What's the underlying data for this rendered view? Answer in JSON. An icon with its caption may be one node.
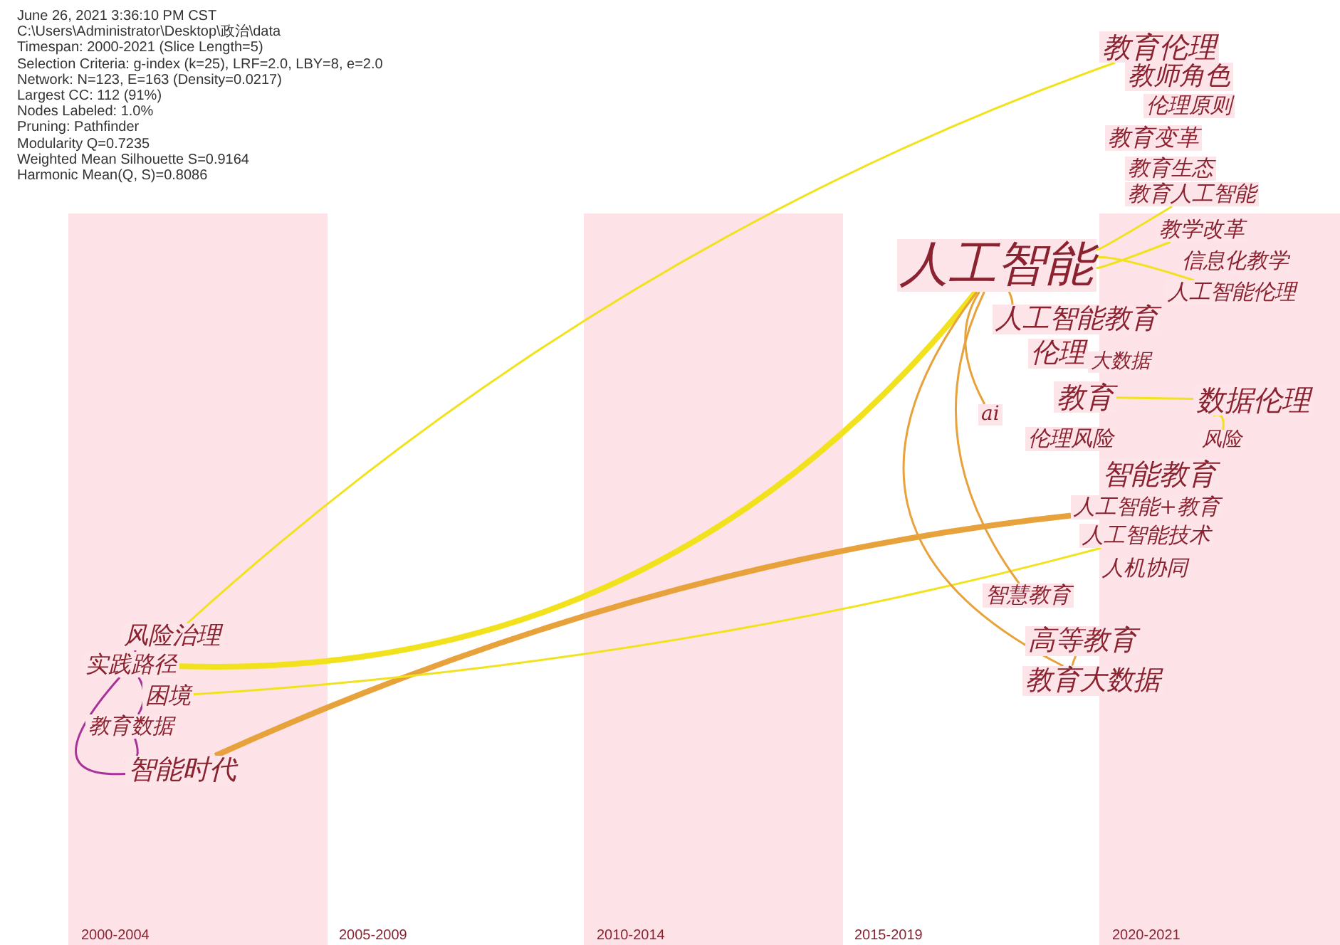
{
  "diagram": {
    "nodes": [
      {
        "text": [
          "教育伦理"
        ]
      },
      {
        "text": [
          "教师角色"
        ]
      },
      {
        "text": [
          "伦理原则"
        ]
      },
      {
        "text": [
          "教育变革"
        ]
      },
      {
        "text": [
          "教育生态"
        ]
      },
      {
        "text": [
          "教育人工智能"
        ]
      },
      {
        "text": [
          "教学改革"
        ]
      },
      {
        "text": [
          "信息化教学"
        ]
      },
      {
        "text": [
          "人工智能伦理"
        ]
      },
      {
        "text": [
          "人工智能"
        ]
      },
      {
        "text": [
          "人工智能教育"
        ]
      },
      {
        "text": [
          "伦理"
        ]
      },
      {
        "text": [
          "大数据"
        ]
      },
      {
        "text": [
          "教育"
        ]
      },
      {
        "text": [
          "数据伦理"
        ]
      },
      {
        "text": [
          "ai"
        ]
      },
      {
        "text": [
          "伦理风险"
        ]
      },
      {
        "text": [
          "风险"
        ]
      },
      {
        "text": [
          "智能教育"
        ]
      },
      {
        "text": [
          "人工智能+教育"
        ]
      },
      {
        "text": [
          "人工智能技术"
        ]
      },
      {
        "text": [
          "人机协同"
        ]
      },
      {
        "text": [
          "智慧教育"
        ]
      },
      {
        "text": [
          "高等教育"
        ]
      },
      {
        "text": [
          "教育大数据"
        ]
      },
      {
        "text": [
          "风险治理"
        ]
      },
      {
        "text": [
          "实践路径"
        ]
      },
      {
        "text": [
          "困境"
        ]
      },
      {
        "text": [
          "教育数据"
        ]
      },
      {
        "text": [
          "智能时代"
        ]
      }
    ],
    "edges": [
      {
        "from": 9,
        "to": 26,
        "arrow": "none",
        "style": "thick"
      },
      {
        "from": 0,
        "to": 25,
        "arrow": "none"
      },
      {
        "from": 19,
        "to": 29,
        "arrow": "none",
        "style": "thick",
        "color": "#e8a23c"
      },
      {
        "from": 20,
        "to": 27,
        "arrow": "none"
      },
      {
        "from": 9,
        "to": 10,
        "arrow": "none",
        "color": "#e8a23c"
      },
      {
        "from": 9,
        "to": 15,
        "arrow": "none",
        "color": "#e8a23c"
      },
      {
        "from": 9,
        "to": 22,
        "arrow": "none",
        "color": "#e8a23c"
      },
      {
        "from": 9,
        "to": 24,
        "arrow": "none",
        "color": "#e8a23c"
      },
      {
        "from": 9,
        "to": 5,
        "arrow": "none"
      },
      {
        "from": 9,
        "to": 6,
        "arrow": "none"
      },
      {
        "from": 9,
        "to": 8,
        "arrow": "none"
      },
      {
        "from": 13,
        "to": 14,
        "arrow": "none"
      },
      {
        "from": 14,
        "to": 17,
        "arrow": "none"
      },
      {
        "from": 23,
        "to": 24,
        "arrow": "none",
        "color": "#e8a23c"
      },
      {
        "from": 25,
        "to": 26,
        "arrow": "none",
        "color": "#a8329a"
      },
      {
        "from": 26,
        "to": 28,
        "arrow": "none",
        "color": "#a8329a"
      },
      {
        "from": 28,
        "to": 29,
        "arrow": "none",
        "color": "#a8329a"
      },
      {
        "from": 26,
        "to": 29,
        "arrow": "none",
        "color": "#a8329a"
      }
    ],
    "labels": [
      "June 26, 2021 3:36:10 PM CST",
      "C:\\Users\\Administrator\\Desktop\\政治\\data",
      "Timespan: 2000-2021 (Slice Length=5)",
      "Selection Criteria: g-index (k=25), LRF=2.0, LBY=8, e=2.0",
      "Network: N=123, E=163 (Density=0.0217)",
      "Largest CC: 112 (91%)",
      "Nodes Labeled: 1.0%",
      "Pruning: Pathfinder",
      "Modularity Q=0.7235",
      "Weighted Mean Silhouette S=0.9164",
      "Harmonic Mean(Q, S)=0.8086",
      "2000-2004",
      "2005-2009",
      "2010-2014",
      "2015-2019",
      "2020-2021"
    ]
  }
}
